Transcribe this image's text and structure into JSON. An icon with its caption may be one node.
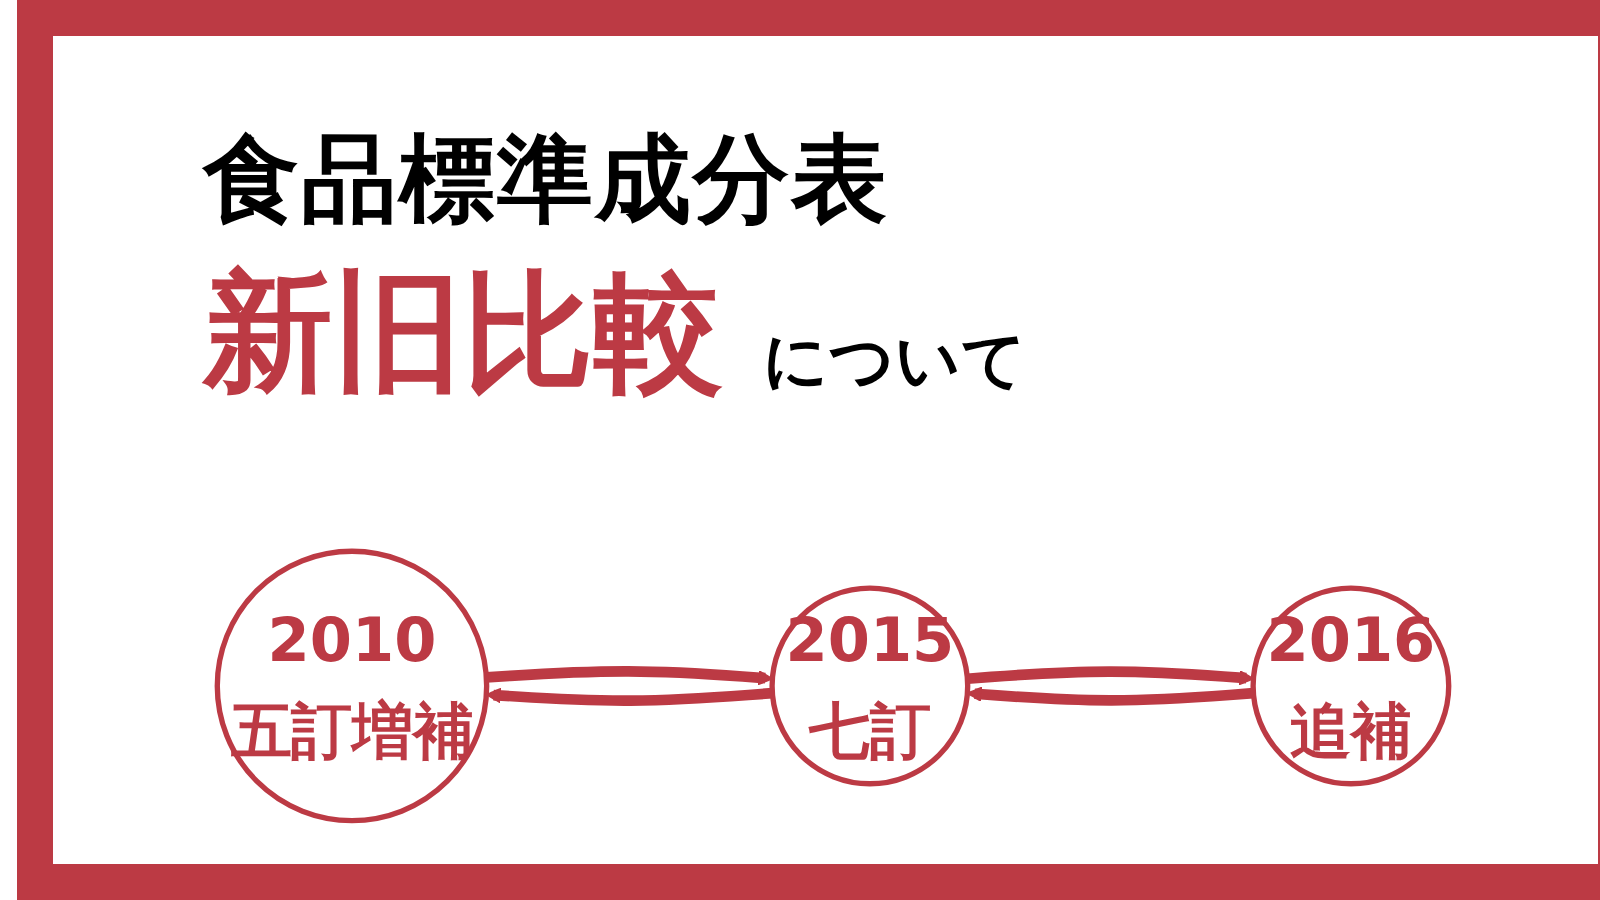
{
  "diagram": {
    "title": "食品標準成分表",
    "nodes": [
      {
        "text": [
          "2010",
          "五訂増補"
        ]
      },
      {
        "text": [
          "2015",
          "七訂"
        ]
      },
      {
        "text": [
          "2016",
          "追補"
        ]
      }
    ],
    "edges": [
      {
        "from": 0,
        "to": 1,
        "arrow": "to"
      },
      {
        "from": 1,
        "to": 0,
        "arrow": "to"
      },
      {
        "from": 1,
        "to": 2,
        "arrow": "to"
      },
      {
        "from": 2,
        "to": 1,
        "arrow": "to"
      }
    ],
    "labels": [
      "新旧比較",
      "について"
    ]
  }
}
